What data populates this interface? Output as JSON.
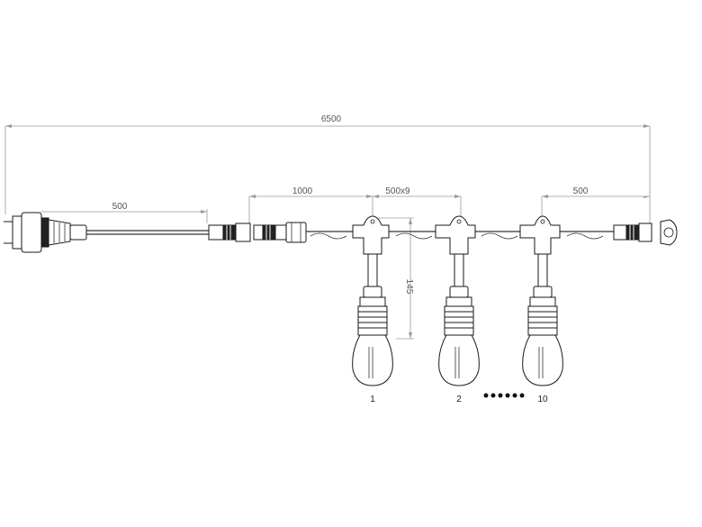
{
  "dimensions": {
    "total_length": "6500",
    "plug_to_connector": "500",
    "connector_to_first_socket": "1000",
    "socket_spacing": "500x9",
    "last_socket_to_end": "500",
    "drop_length": "145"
  },
  "bulbs": {
    "first_label": "1",
    "second_label": "2",
    "last_label": "10"
  },
  "colors": {
    "line": "#1a1a1a",
    "dimension": "#9a9a9a"
  }
}
